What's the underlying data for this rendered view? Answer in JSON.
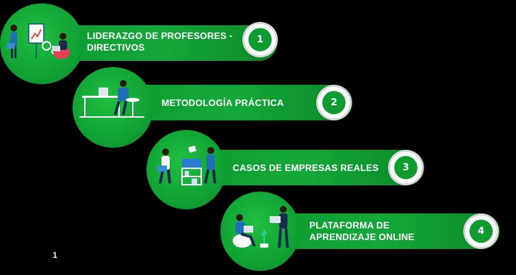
{
  "steps": [
    {
      "label": "LIDERAZGO DE PROFESORES -\n DIRECTIVOS",
      "number": "1",
      "illustration": "teachers-meeting-illustration"
    },
    {
      "label": "METODOLOGÍA PRÁCTICA",
      "number": "2",
      "illustration": "desk-work-illustration"
    },
    {
      "label": "CASOS DE EMPRESAS REALES",
      "number": "3",
      "illustration": "business-case-illustration"
    },
    {
      "label": "PLATAFORMA DE\nAPRENDIZAJE ONLINE",
      "number": "4",
      "illustration": "online-learning-illustration"
    }
  ],
  "footnote": "1",
  "colors": {
    "green": "#0e9c30",
    "badge_ring": "#d8d8d8",
    "background": "#000000"
  }
}
